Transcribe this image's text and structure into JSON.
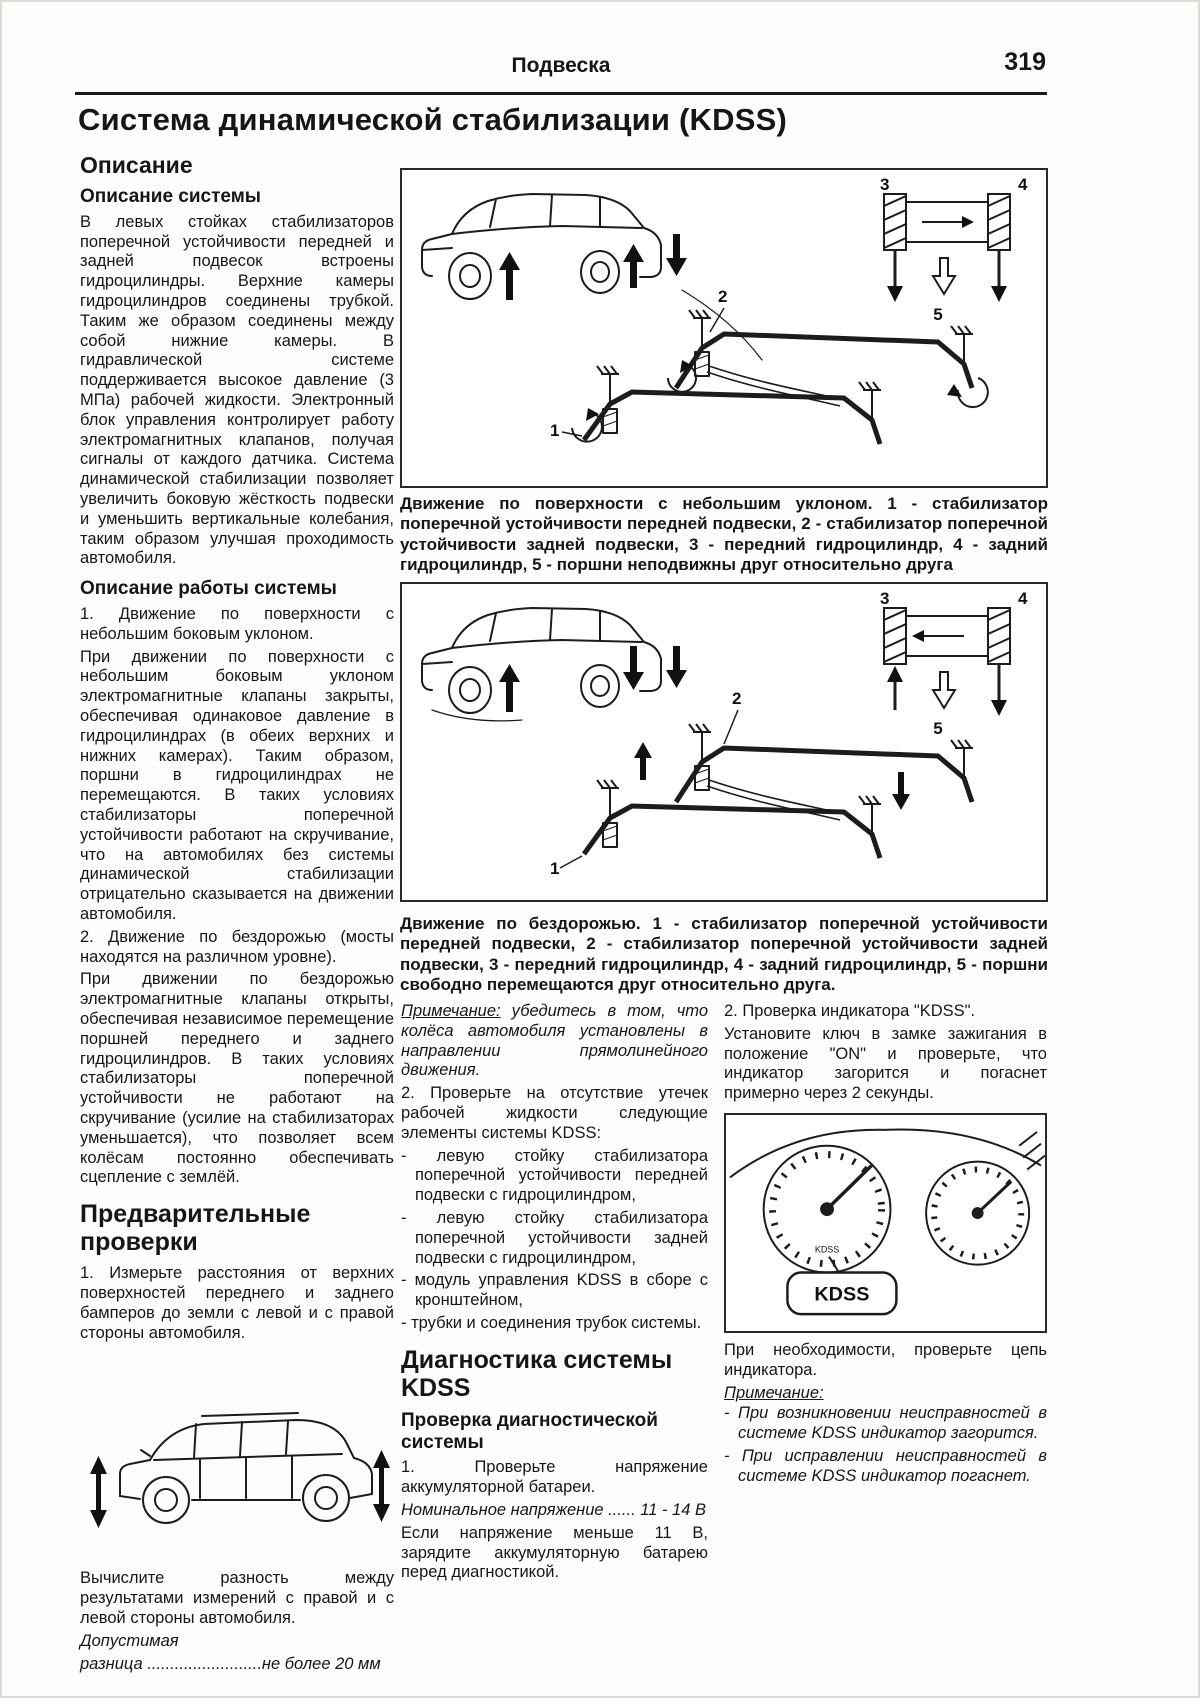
{
  "header": {
    "section": "Подвеска",
    "page_number": "319"
  },
  "title": "Система динамической стабилизации (KDSS)",
  "left": {
    "h_description": "Описание",
    "h_sys": "Описание системы",
    "p_sys": "В левых стойках стабилизаторов поперечной устойчивости передней и задней подвесок встроены гидроцилиндры. Верхние камеры гидроцилиндров соединены трубкой. Таким же образом соединены между собой нижние камеры. В гидравлической системе поддерживается высокое давление (3 МПа) рабочей жидкости. Электронный блок управления контролирует работу электромагнитных клапанов, получая сигналы от каждого датчика. Система динамической стабилизации позволяет увеличить боковую жёсткость подвески и уменьшить вертикальные колебания, таким образом улучшая проходимость автомобиля.",
    "h_work": "Описание работы системы",
    "p_work1a": "1. Движение по поверхности с небольшим боковым уклоном.",
    "p_work1b": "При движении по поверхности с небольшим боковым уклоном электромагнитные клапаны закрыты, обеспечивая одинаковое давление в гидроцилиндрах (в обеих верхних и нижних камерах). Таким образом, поршни в гидроцилиндрах не перемещаются. В таких условиях стабилизаторы поперечной устойчивости работают на скручивание, что на автомобилях без системы динамической стабилизации отрицательно сказывается на движении автомобиля.",
    "p_work2a": "2. Движение по бездорожью (мосты находятся на различном уровне).",
    "p_work2b": "При движении по бездорожью электромагнитные клапаны открыты, обеспечивая независимое перемещение поршней переднего и заднего гидроцилиндров. В таких условиях стабилизаторы поперечной устойчивости не работают на скручивание (усилие на стабилизаторах уменьшается), что позволяет всем колёсам постоянно обеспечивать сцепление с землёй.",
    "h_prechecks": "Предварительные проверки",
    "p_measure": "1. Измерьте расстояния от верхних поверхностей переднего и заднего бамперов до земли с левой и с правой стороны автомобиля.",
    "p_calc": "Вычислите разность между результатами измерений с правой и с левой стороны автомобиля.",
    "allow_label": "Допустимая",
    "allow_value": "разница .........................не более 20 мм"
  },
  "fig1": {
    "caption": "Движение по поверхности с небольшим уклоном. 1 - стабилизатор поперечной устойчивости передней подвески, 2 - стабилизатор поперечной устойчивости задней подвески, 3 - передний гидроцилиндр, 4 - задний гидроцилиндр, 5 - поршни неподвижны друг относительно друга",
    "n1": "1",
    "n2": "2",
    "n3": "3",
    "n4": "4",
    "n5": "5"
  },
  "fig2": {
    "caption": "Движение по бездорожью. 1 - стабилизатор поперечной устойчивости передней подвески, 2 - стабилизатор поперечной устойчивости задней подвески, 3 - передний гидроцилиндр, 4 - задний гидроцилиндр, 5 - поршни свободно перемещаются друг относительно друга.",
    "n1": "1",
    "n2": "2",
    "n3": "3",
    "n4": "4",
    "n5": "5"
  },
  "middle": {
    "note_label": "Примечание:",
    "note_text": "убедитесь в том, что колёса автомобиля установлены в направлении прямолинейного движения.",
    "p_check": "2. Проверьте на отсутствие утечек рабочей жидкости следующие элементы системы KDSS:",
    "items": [
      "- левую стойку стабилизатора поперечной устойчивости передней подвески с гидроцилиндром,",
      "- левую стойку стабилизатора поперечной устойчивости задней подвески с гидроцилиндром,",
      "- модуль управления KDSS в сборе с кронштейном,",
      "- трубки и соединения трубок системы."
    ],
    "h_diag": "Диагностика системы KDSS",
    "h_diag_check": "Проверка диагностической системы",
    "p_batt": "1. Проверьте напряжение аккумуляторной батареи.",
    "nominal": "Номинальное напряжение ...... 11 - 14 В",
    "p_low": "Если напряжение меньше 11 В, зарядите аккумуляторную батарею перед диагностикой."
  },
  "right": {
    "p_ind": "2. Проверка индикатора \"KDSS\".",
    "p_ind2": "Установите ключ в замке зажигания в положение \"ON\" и проверьте, что индикатор загорится и погаснет примерно через 2 секунды.",
    "fig": {
      "kdss_label": "KDSS",
      "kdss_small": "KDSS"
    },
    "p_circuit": "При необходимости, проверьте цепь индикатора.",
    "note_label": "Примечание:",
    "note_items": [
      "- При возникновении неисправностей в системе KDSS индикатор загорится.",
      "- При исправлении неисправностей в системе KDSS индикатор погаснет."
    ]
  }
}
